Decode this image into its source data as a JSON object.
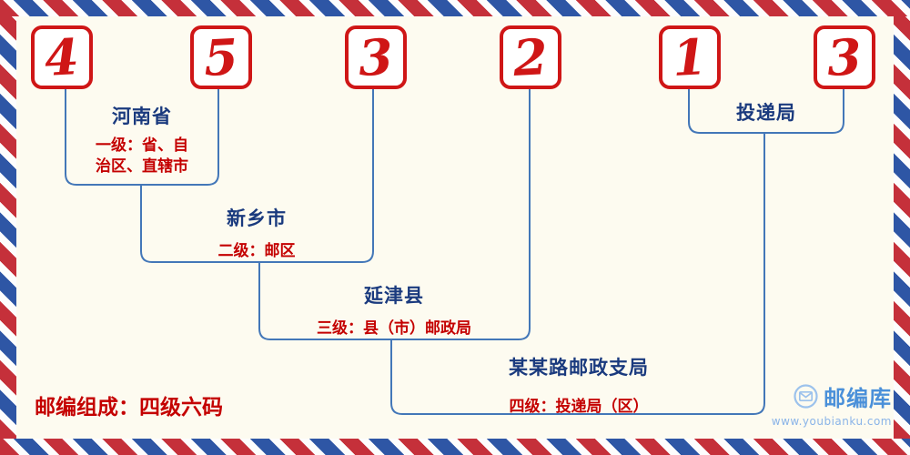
{
  "postal_code": {
    "digits": [
      "4",
      "5",
      "3",
      "2",
      "1",
      "3"
    ]
  },
  "levels": [
    {
      "name": "河南省",
      "desc": "一级：省、自治区、直辖市"
    },
    {
      "name": "新乡市",
      "desc": "二级：邮区"
    },
    {
      "name": "延津县",
      "desc": "三级：县（市）邮政局"
    },
    {
      "name": "某某路邮政支局",
      "desc": "四级：投递局（区）"
    },
    {
      "name": "投递局"
    }
  ],
  "footer": {
    "composition_label": "邮编组成：四级六码"
  },
  "brand": {
    "name": "邮编库",
    "url": "www.youbianku.com",
    "icon": "envelope-in-circle"
  },
  "colors": {
    "digit_red": "#cf1616",
    "line_blue": "#4377b8",
    "region_name_navy": "#1a3a7e",
    "description_red": "#c40000",
    "border_stripe_red": "#c5303a",
    "border_stripe_blue": "#2e56a5",
    "background_cream": "#fdfbf0",
    "brand_blue": "#4a90d9"
  }
}
